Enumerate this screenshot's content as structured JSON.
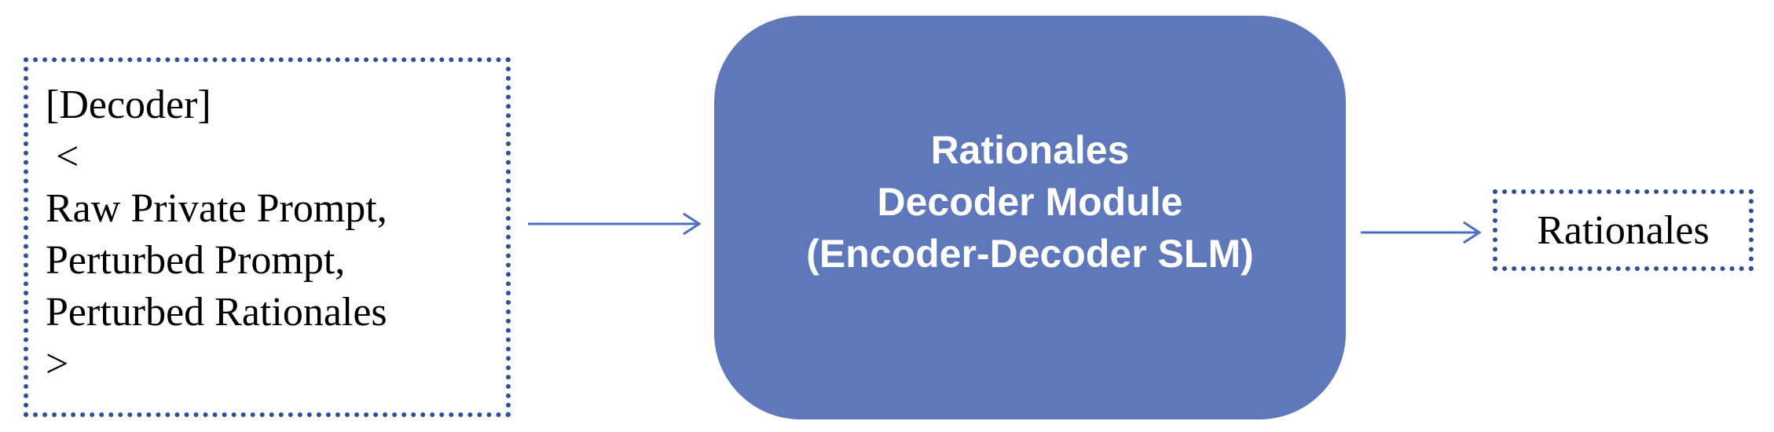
{
  "input_box": {
    "lines": [
      "[Decoder]",
      " <",
      "Raw Private Prompt,",
      "Perturbed Prompt,",
      "Perturbed Rationales",
      ">"
    ]
  },
  "module": {
    "lines": [
      "Rationales",
      "Decoder Module",
      "(Encoder-Decoder SLM)"
    ]
  },
  "output_box": {
    "label": "Rationales"
  },
  "colors": {
    "module_fill": "#5f77bb",
    "border": "#2f4f9a",
    "arrow": "#4a6fc4"
  }
}
